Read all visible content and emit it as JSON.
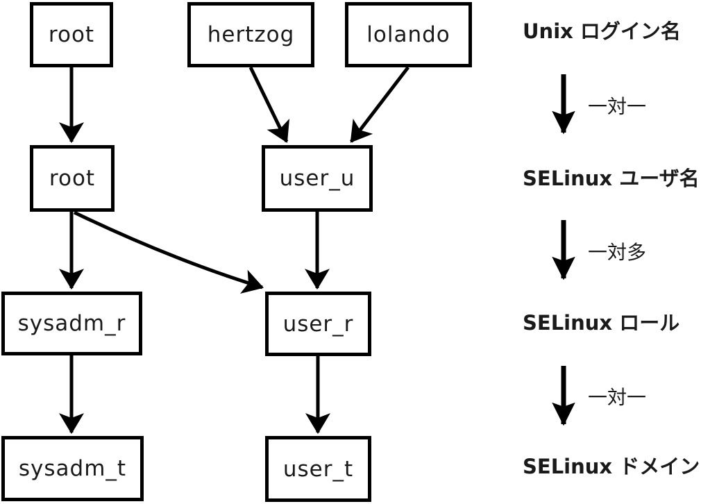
{
  "diagram": {
    "boxes": [
      {
        "id": "root-login",
        "label": "root"
      },
      {
        "id": "hertzog",
        "label": "hertzog"
      },
      {
        "id": "lolando",
        "label": "lolando"
      },
      {
        "id": "root-selinux",
        "label": "root"
      },
      {
        "id": "user_u",
        "label": "user_u"
      },
      {
        "id": "sysadm_r",
        "label": "sysadm_r"
      },
      {
        "id": "user_r",
        "label": "user_r"
      },
      {
        "id": "sysadm_t",
        "label": "sysadm_t"
      },
      {
        "id": "user_t",
        "label": "user_t"
      }
    ],
    "edges": [
      {
        "from": "root (Unix login)",
        "to": "root (SELinux user)"
      },
      {
        "from": "hertzog",
        "to": "user_u"
      },
      {
        "from": "lolando",
        "to": "user_u"
      },
      {
        "from": "root (SELinux user)",
        "to": "sysadm_r"
      },
      {
        "from": "root (SELinux user)",
        "to": "user_r"
      },
      {
        "from": "user_u",
        "to": "user_r"
      },
      {
        "from": "sysadm_r",
        "to": "sysadm_t"
      },
      {
        "from": "user_r",
        "to": "user_t"
      }
    ],
    "legend": {
      "levels": [
        {
          "label": "Unix ログイン名"
        },
        {
          "label": "SELinux ユーザ名"
        },
        {
          "label": "SELinux ロール"
        },
        {
          "label": "SELinux ドメイン"
        }
      ],
      "relations": [
        {
          "label": "一対一"
        },
        {
          "label": "一対多"
        },
        {
          "label": "一対一"
        }
      ]
    },
    "colors": {
      "line": "#000000",
      "box_border": "#000000",
      "box_fill": "#ffffff",
      "text": "#1a1a1a",
      "background": "#ffffff"
    }
  }
}
